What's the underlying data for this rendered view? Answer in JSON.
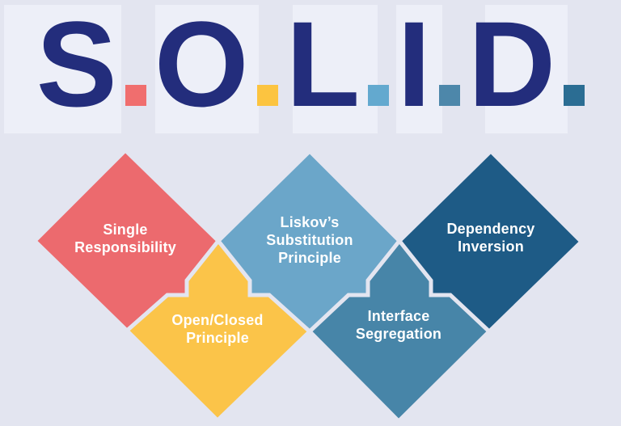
{
  "title": {
    "text": "S.O.L.I.D.",
    "letter_color": "#232d7c",
    "letters": [
      {
        "char": "S",
        "dot_color": "#f06e6e"
      },
      {
        "char": "O",
        "dot_color": "#fcc440"
      },
      {
        "char": "L",
        "dot_color": "#63a9cf"
      },
      {
        "char": "I",
        "dot_color": "#4d87aa"
      },
      {
        "char": "D",
        "dot_color": "#2b6d93"
      }
    ]
  },
  "principles": [
    {
      "label": "Single\nResponsibility",
      "color": "#ec6a6e"
    },
    {
      "label": "Open/Closed\nPrinciple",
      "color": "#fbc449"
    },
    {
      "label": "Liskov’s\nSubstitution\nPrinciple",
      "color": "#6ba6c9"
    },
    {
      "label": "Interface\nSegregation",
      "color": "#4785a8"
    },
    {
      "label": "Dependency\nInversion",
      "color": "#1e5b86"
    }
  ],
  "background": {
    "base": "#e3e5f0",
    "panel": "#edeff8"
  },
  "text_color_on_diamonds": "#ffffff"
}
